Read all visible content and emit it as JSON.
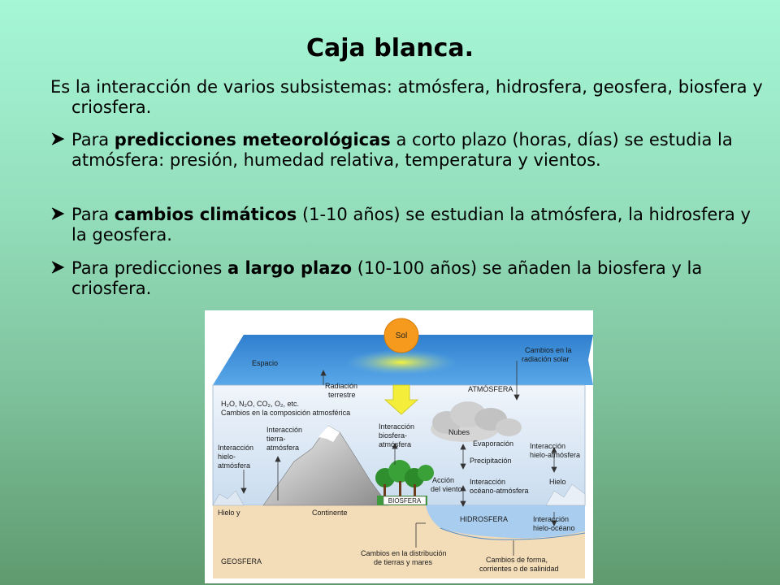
{
  "title": "Caja blanca.",
  "intro": "Es la interacción de varios subsistemas: atmósfera, hidrosfera, geosfera, biosfera y criosfera.",
  "bullets": [
    {
      "pre": "Para ",
      "bold": "predicciones meteorológicas",
      "post": " a corto plazo (horas, días) se estudia la atmósfera: presión, humedad relativa, temperatura y vientos."
    },
    {
      "pre": "Para ",
      "bold": "cambios climáticos",
      "post": " (1-10 años) se estudian la atmósfera, la hidrosfera y la geosfera."
    },
    {
      "pre": "Para predicciones ",
      "bold": "a largo plazo",
      "post": " (10-100 años) se añaden la biosfera y la criosfera."
    }
  ],
  "diagram": {
    "sol": "Sol",
    "espacio": "Espacio",
    "cambios_radiacion_1": "Cambios en la",
    "cambios_radiacion_2": "radiación solar",
    "radiacion_terrestre_1": "Radiación",
    "radiacion_terrestre_2": "terrestre",
    "atmosfera": "ATMÓSFERA",
    "composicion_1": "H₂O, N₂O, CO₂, O₂, etc.",
    "composicion_2": "Cambios en la composición atmosférica",
    "interaccion_tierra_1": "Interacción",
    "interaccion_tierra_2": "tierra-",
    "interaccion_tierra_3": "atmósfera",
    "interaccion_biosfera_1": "Interacción",
    "interaccion_biosfera_2": "biosfera-",
    "interaccion_biosfera_3": "atmósfera",
    "nubes": "Nubes",
    "evaporacion": "Evaporación",
    "precipitacion": "Precipitación",
    "interaccion_hielo_atm_izq_1": "Interacción",
    "interaccion_hielo_atm_izq_2": "hielo-",
    "interaccion_hielo_atm_izq_3": "atmósfera",
    "interaccion_hielo_atm_der_1": "Interacción",
    "interaccion_hielo_atm_der_2": "hielo-atmósfera",
    "accion_viento_1": "Acción",
    "accion_viento_2": "del viento",
    "interaccion_oceano_1": "Interacción",
    "interaccion_oceano_2": "océano-atmósfera",
    "hielo": "Hielo",
    "biosfera": "BIOSFERA",
    "hielo_y": "Hielo y",
    "continente": "Continente",
    "hidrosfera": "HIDROSFERA",
    "interaccion_hielo_oceano_1": "Interacción",
    "interaccion_hielo_oceano_2": "hielo-océano",
    "geosfera": "GEOSFERA",
    "cambios_tierras_1": "Cambios en la distribución",
    "cambios_tierras_2": "de tierras y mares",
    "cambios_forma_1": "Cambios de forma,",
    "cambios_forma_2": "corrientes o de salinidad"
  },
  "colors": {
    "space_blue": "#3f93d8",
    "atmosphere": "#dfeaf6",
    "ground": "#f3dcb8",
    "ocean": "#a9cdee",
    "sun": "#f59a1c",
    "arrow_yellow": "#f4ee3a"
  }
}
